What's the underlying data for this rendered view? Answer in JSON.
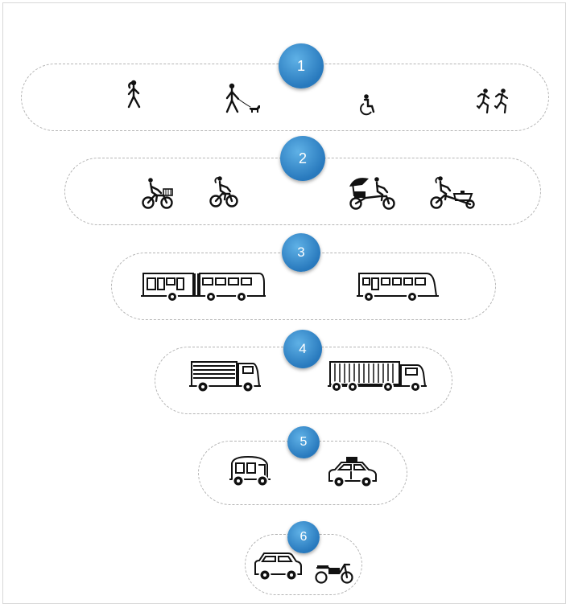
{
  "tiers": [
    {
      "number": "1",
      "icons": [
        "pedestrian-walking-icon",
        "person-walking-dog-icon",
        "wheelchair-user-icon",
        "runners-icon"
      ]
    },
    {
      "number": "2",
      "icons": [
        "cargo-basket-bicycle-icon",
        "cyclist-icon",
        "pedicab-rickshaw-icon",
        "cargo-bike-icon"
      ]
    },
    {
      "number": "3",
      "icons": [
        "articulated-bus-icon",
        "city-bus-icon"
      ]
    },
    {
      "number": "4",
      "icons": [
        "delivery-truck-icon",
        "freight-truck-icon"
      ]
    },
    {
      "number": "5",
      "icons": [
        "auto-rickshaw-icon",
        "taxi-icon"
      ]
    },
    {
      "number": "6",
      "icons": [
        "suv-car-icon",
        "motorcycle-icon"
      ]
    }
  ],
  "colors": {
    "badge": "#2f86c8",
    "outline": "#b4b4b4",
    "icon": "#111111"
  }
}
